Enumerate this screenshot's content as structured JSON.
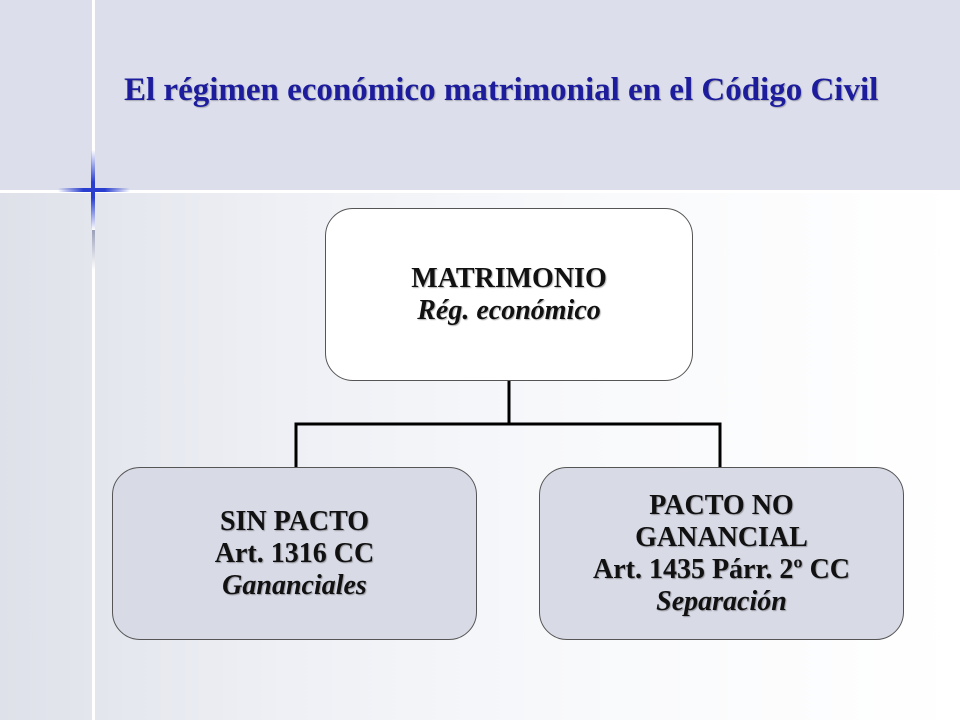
{
  "slide": {
    "title": "El régimen económico matrimonial en el Código Civil"
  },
  "diagram": {
    "root": {
      "line1": "MATRIMONIO",
      "line2": "Rég. económico"
    },
    "children": [
      {
        "line1": "SIN PACTO",
        "line2": "Art. 1316 CC",
        "line3": "Gananciales"
      },
      {
        "line1": "PACTO NO",
        "line2": "GANANCIAL",
        "line3": "Art. 1435 Párr. 2º CC",
        "line4": "Separación"
      }
    ]
  },
  "colors": {
    "title": "#1c1c9c",
    "title_band": "#dcdfeb",
    "child_fill": "#d8dae6",
    "root_fill": "#ffffff",
    "accent_blue": "#2a3fd0"
  }
}
